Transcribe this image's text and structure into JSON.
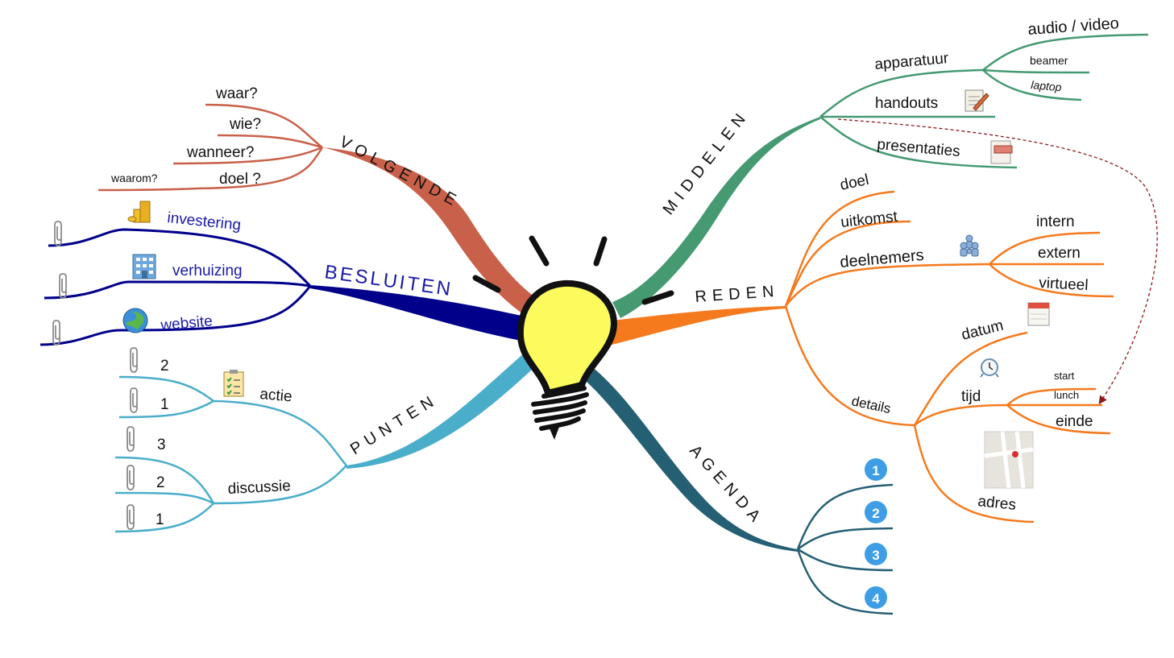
{
  "colors": {
    "volgende": "#c9604a",
    "besluiten": "#00008b",
    "punten": "#4aaecb",
    "middelen": "#459a72",
    "reden": "#f57a1e",
    "agenda": "#245f73",
    "bulb": "#fbfb5e",
    "badge": "#3d9ee6"
  },
  "branches": {
    "volgende": {
      "label": "VOLGENDE",
      "items": [
        "waar?",
        "wie?",
        "wanneer?",
        "doel ?",
        "waarom?"
      ]
    },
    "besluiten": {
      "label": "BESLUITEN",
      "items": [
        "investering",
        "verhuizing",
        "website"
      ],
      "icons": [
        "coins-icon",
        "building-icon",
        "globe-icon"
      ]
    },
    "punten": {
      "label": "PUNTEN",
      "actie": {
        "label": "actie",
        "items": [
          "2",
          "1"
        ]
      },
      "discussie": {
        "label": "discussie",
        "items": [
          "3",
          "2",
          "1"
        ]
      }
    },
    "middelen": {
      "label": "MIDDELEN",
      "apparatuur": {
        "label": "apparatuur",
        "items": [
          "audio / video",
          "beamer",
          "laptop"
        ]
      },
      "handouts": "handouts",
      "presentaties": "presentaties"
    },
    "reden": {
      "label": "REDEN",
      "doel": "doel",
      "uitkomst": "uitkomst",
      "deelnemers": {
        "label": "deelnemers",
        "items": [
          "intern",
          "extern",
          "virtueel"
        ]
      },
      "details": {
        "label": "details",
        "datum": "datum",
        "tijd": {
          "label": "tijd",
          "items": [
            "start",
            "lunch",
            "einde"
          ]
        },
        "adres": "adres"
      }
    },
    "agenda": {
      "label": "AGENDA",
      "items": [
        "1",
        "2",
        "3",
        "4"
      ]
    }
  }
}
